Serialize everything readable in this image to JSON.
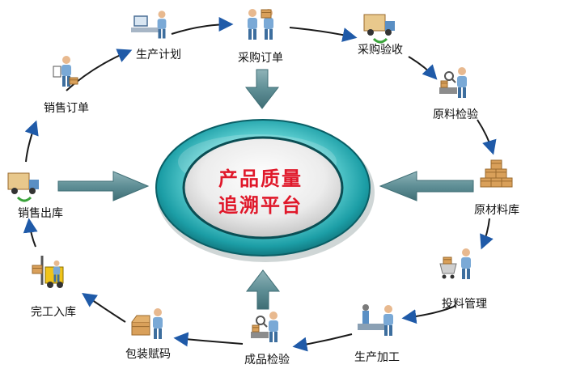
{
  "hub": {
    "line1": "产品质量",
    "line2": "追溯平台"
  },
  "nodes": [
    {
      "id": "purchase-order",
      "label": "采购订单",
      "icon": "buyer-seller-icon"
    },
    {
      "id": "purchase-inspection",
      "label": "采购验收",
      "icon": "delivery-truck-icon"
    },
    {
      "id": "raw-inspection",
      "label": "原料检验",
      "icon": "inspector-magnifier-icon"
    },
    {
      "id": "raw-warehouse",
      "label": "原材料库",
      "icon": "stacked-boxes-icon"
    },
    {
      "id": "feeding-management",
      "label": "投料管理",
      "icon": "cart-worker-icon"
    },
    {
      "id": "production",
      "label": "生产加工",
      "icon": "production-line-icon"
    },
    {
      "id": "finished-inspection",
      "label": "成品检验",
      "icon": "inspector-magnifier-icon"
    },
    {
      "id": "packaging-coding",
      "label": "包装赋码",
      "icon": "packing-box-icon"
    },
    {
      "id": "completion-warehousing",
      "label": "完工入库",
      "icon": "forklift-icon"
    },
    {
      "id": "sales-outbound",
      "label": "销售出库",
      "icon": "delivery-truck-icon"
    },
    {
      "id": "sales-order",
      "label": "销售订单",
      "icon": "clipboard-worker-icon"
    },
    {
      "id": "production-plan",
      "label": "生产计划",
      "icon": "desk-computer-icon"
    }
  ],
  "colors": {
    "cycle_arrow": "#1a1a1a",
    "arrowhead": "#1f5aa8",
    "ring_outer": "#0e6f76",
    "ring_mid": "#2fb7bf",
    "ring_light": "#9fe3e4",
    "center_fill": "#e4e4e4",
    "hub_text": "#e0182a",
    "big_arrow": "#5f8f96"
  }
}
